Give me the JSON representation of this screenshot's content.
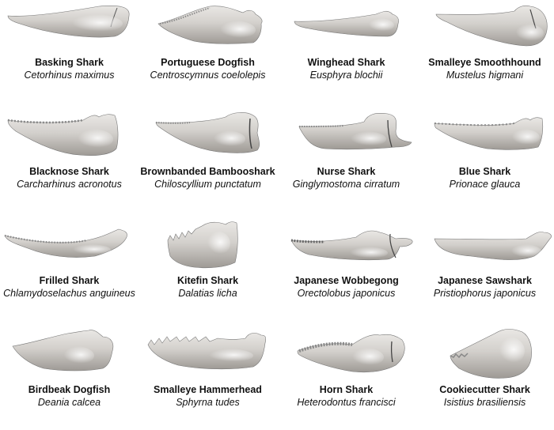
{
  "figure": {
    "background": "#ffffff",
    "jaw_fill": "#c9c6c2",
    "jaw_highlight": "#ecebe9",
    "jaw_shadow": "#8f8b86",
    "layout": {
      "rows": 4,
      "columns": 4
    },
    "specimens": [
      {
        "common_name": "Basking Shark",
        "scientific_name": "Cetorhinus maximus",
        "teeth": false
      },
      {
        "common_name": "Portuguese Dogfish",
        "scientific_name": "Centroscymnus coelolepis",
        "teeth": true
      },
      {
        "common_name": "Winghead Shark",
        "scientific_name": "Eusphyra blochii",
        "teeth": false
      },
      {
        "common_name": "Smalleye Smoothhound",
        "scientific_name": "Mustelus higmani",
        "teeth": false
      },
      {
        "common_name": "Blacknose Shark",
        "scientific_name": "Carcharhinus acronotus",
        "teeth": true
      },
      {
        "common_name": "Brownbanded Bambooshark",
        "scientific_name": "Chiloscyllium punctatum",
        "teeth": true
      },
      {
        "common_name": "Nurse Shark",
        "scientific_name": "Ginglymostoma cirratum",
        "teeth": true
      },
      {
        "common_name": "Blue Shark",
        "scientific_name": "Prionace glauca",
        "teeth": true
      },
      {
        "common_name": "Frilled Shark",
        "scientific_name": "Chlamydoselachus anguineus",
        "teeth": true
      },
      {
        "common_name": "Kitefin Shark",
        "scientific_name": "Dalatias licha",
        "teeth": true
      },
      {
        "common_name": "Japanese Wobbegong",
        "scientific_name": "Orectolobus japonicus",
        "teeth": true
      },
      {
        "common_name": "Japanese Sawshark",
        "scientific_name": "Pristiophorus japonicus",
        "teeth": false
      },
      {
        "common_name": "Birdbeak Dogfish",
        "scientific_name": "Deania calcea",
        "teeth": false
      },
      {
        "common_name": "Smalleye Hammerhead",
        "scientific_name": "Sphyrna tudes",
        "teeth": true
      },
      {
        "common_name": "Horn Shark",
        "scientific_name": "Heterodontus francisci",
        "teeth": true
      },
      {
        "common_name": "Cookiecutter Shark",
        "scientific_name": "Isistius brasiliensis",
        "teeth": true
      }
    ]
  }
}
